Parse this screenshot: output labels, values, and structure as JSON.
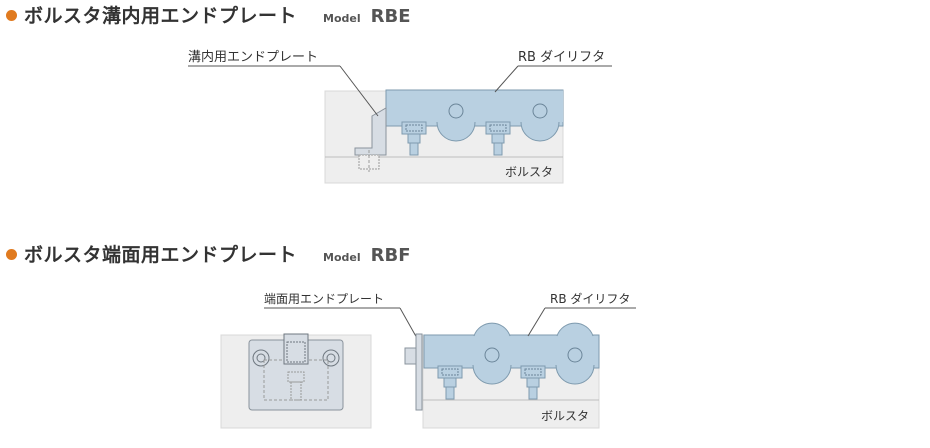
{
  "colors": {
    "bullet": "#E07A1F",
    "dielift_fill": "#B9D0E1",
    "dielift_stroke": "#7E9AAE",
    "bolster_fill": "#EEEEEE",
    "plate_fill": "#D7DDE4",
    "text": "#333333"
  },
  "section_rbe": {
    "title": "ボルスタ溝内用エンドプレート",
    "model_label": "Model",
    "model_code": "RBE",
    "callout_plate": "溝内用エンドプレート",
    "callout_lift": "RB ダイリフタ",
    "bolster_label": "ボルスタ"
  },
  "section_rbf": {
    "title": "ボルスタ端面用エンドプレート",
    "model_label": "Model",
    "model_code": "RBF",
    "callout_plate": "端面用エンドプレート",
    "callout_lift": "RB ダイリフタ",
    "bolster_label": "ボルスタ"
  }
}
